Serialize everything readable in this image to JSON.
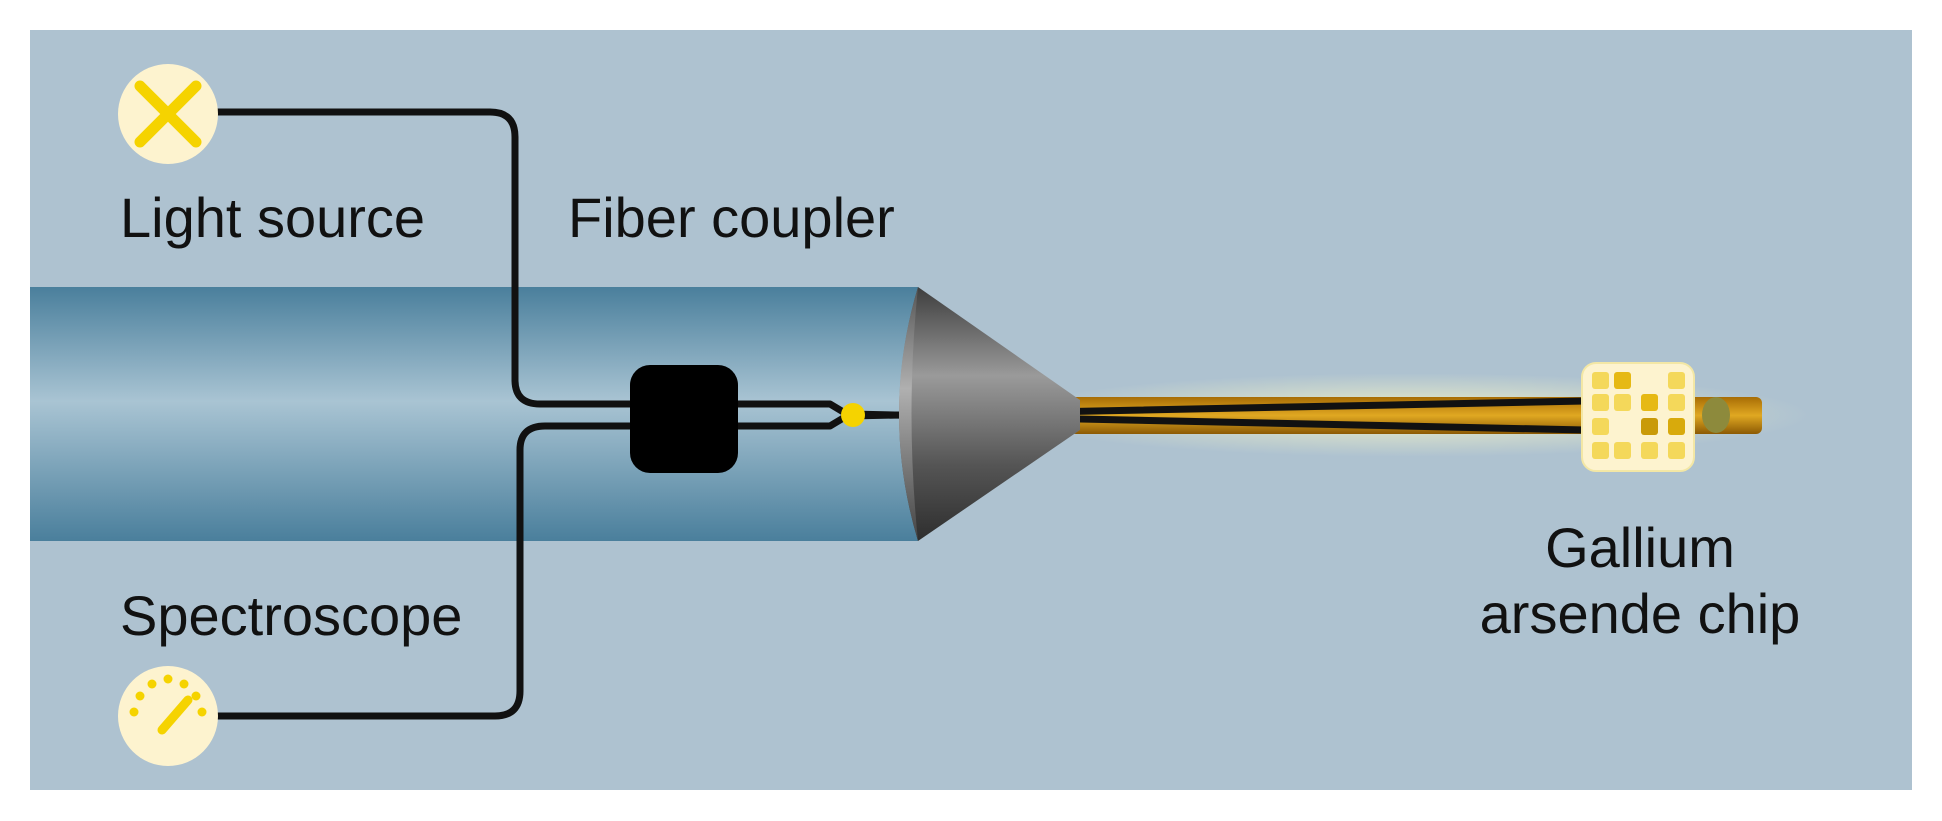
{
  "labels": {
    "light_source": "Light source",
    "fiber_coupler": "Fiber coupler",
    "spectroscope": "Spectroscope",
    "chip_line1": "Gallium",
    "chip_line2": "arsende chip"
  },
  "icons": {
    "light_source": "light-source-icon",
    "spectroscope": "spectroscope-gauge-icon",
    "chip": "gallium-arsenide-chip-icon"
  },
  "colors": {
    "background": "#aec2d0",
    "tube": "#5c8faa",
    "cone": "#5a5a5a",
    "coupler": "#000000",
    "fiber": "#111111",
    "accent_yellow": "#f5d300",
    "icon_fill": "#fdf3cf",
    "probe": "#c8900d"
  }
}
